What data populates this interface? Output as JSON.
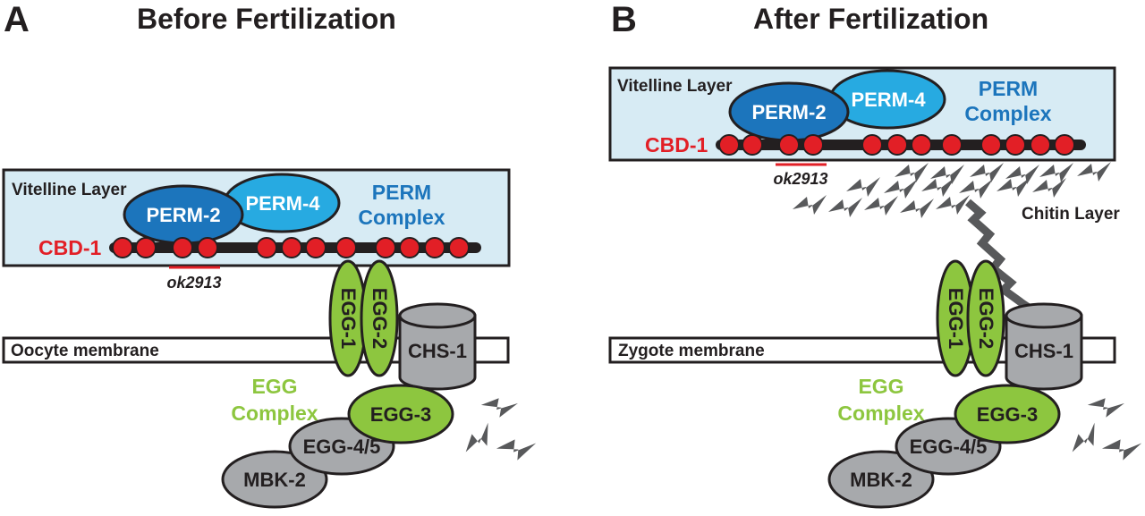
{
  "colors": {
    "vitelline_fill": "#d7ebf4",
    "perm2_fill": "#1c75bc",
    "perm4_fill": "#27aae1",
    "perm_text": "#1c75bc",
    "cbd_red": "#e21f26",
    "egg_green": "#8dc63f",
    "grey": "#a7a9ac",
    "chitin_grey": "#58595b",
    "outline": "#231f20"
  },
  "panel_a": {
    "letter": "A",
    "title": "Before Fertilization",
    "vitelline_label": "Vitelline Layer",
    "perm2": "PERM-2",
    "perm4": "PERM-4",
    "perm_complex_line1": "PERM",
    "perm_complex_line2": "Complex",
    "cbd_label": "CBD-1",
    "allele": "ok2913",
    "membrane_label": "Oocyte membrane",
    "egg1": "EGG-1",
    "egg2": "EGG-2",
    "chs1": "CHS-1",
    "egg_complex_line1": "EGG",
    "egg_complex_line2": "Complex",
    "egg3": "EGG-3",
    "egg45": "EGG-4/5",
    "mbk2": "MBK-2"
  },
  "panel_b": {
    "letter": "B",
    "title": "After Fertilization",
    "vitelline_label": "Vitelline Layer",
    "perm2": "PERM-2",
    "perm4": "PERM-4",
    "perm_complex_line1": "PERM",
    "perm_complex_line2": "Complex",
    "cbd_label": "CBD-1",
    "allele": "ok2913",
    "chitin_label": "Chitin Layer",
    "membrane_label": "Zygote membrane",
    "egg1": "EGG-1",
    "egg2": "EGG-2",
    "chs1": "CHS-1",
    "egg_complex_line1": "EGG",
    "egg_complex_line2": "Complex",
    "egg3": "EGG-3",
    "egg45": "EGG-4/5",
    "mbk2": "MBK-2"
  }
}
